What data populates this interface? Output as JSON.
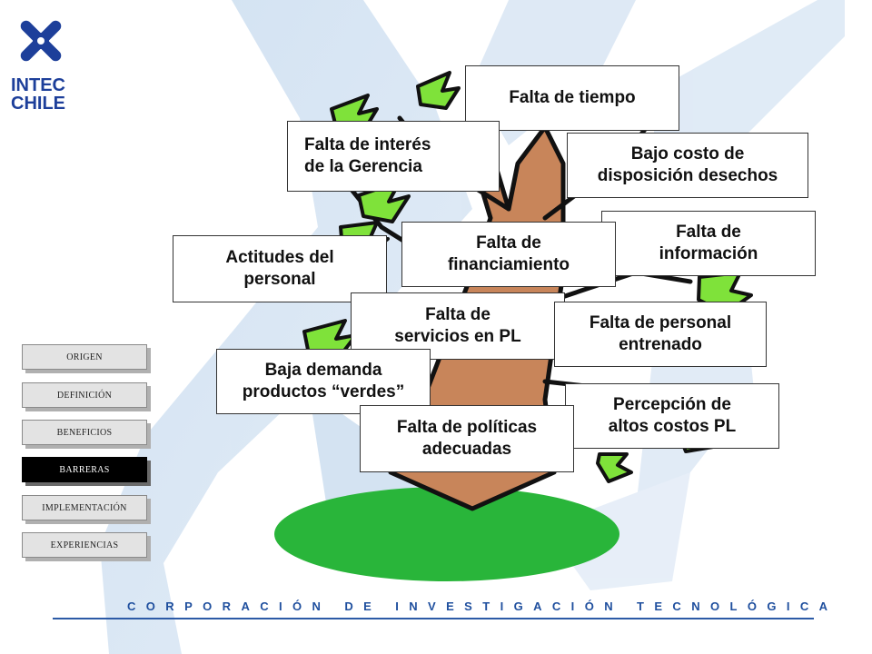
{
  "logo": {
    "line1": "INTEC",
    "line2": "CHILE"
  },
  "barriers": {
    "falta_tiempo": "Falta de tiempo",
    "falta_interes": "Falta de interés\nde la Gerencia",
    "bajo_costo": "Bajo costo de\ndisposición desechos",
    "falta_informacion": "Falta de\ninformación",
    "falta_financiamiento": "Falta de\nfinanciamiento",
    "actitudes": "Actitudes del\npersonal",
    "falta_servicios": "Falta de\nservicios en PL",
    "falta_personal": "Falta de personal\nentrenado",
    "baja_demanda": "Baja demanda\nproductos “verdes”",
    "percepcion": "Percepción de\naltos costos PL",
    "falta_politicas": "Falta de políticas\nadecuadas"
  },
  "nav": {
    "origen": "ORIGEN",
    "definicion": "DEFINICIÓN",
    "beneficios": "BENEFICIOS",
    "barreras": "BARRERAS",
    "implementacion": "IMPLEMENTACIÓN",
    "experiencias": "EXPERIENCIAS",
    "active": "BARRERAS"
  },
  "footer": {
    "text": "CORPORACIÓN DE INVESTIGACIÓN TECNOLÓGICA"
  },
  "colors": {
    "brand_blue": "#1d3f9a",
    "leaf_green": "#7fe23a",
    "ground_green": "#29b53a",
    "trunk": "#c8855a"
  }
}
